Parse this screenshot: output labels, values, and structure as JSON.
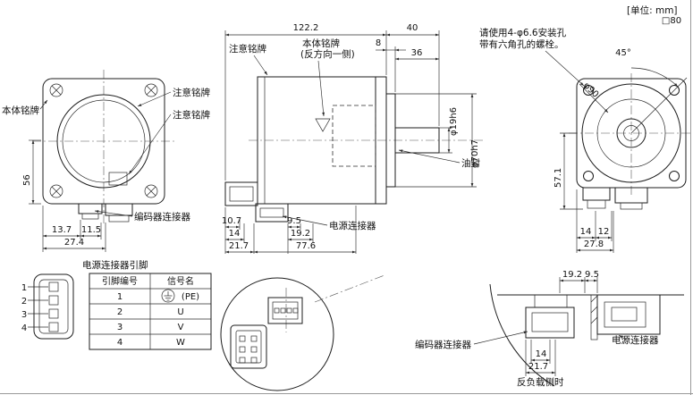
{
  "meta": {
    "unit_note": "[单位: mm]"
  },
  "labels": {
    "body_nameplate": "本体铭牌",
    "caution_nameplate": "注意铭牌",
    "reverse_side_note": "(反方向一侧)",
    "encoder_connector": "编码器连接器",
    "power_connector": "电源连接器",
    "oil_seal": "油封",
    "mounting_note_line1": "请使用4-φ6.6安装孔",
    "mounting_note_line2": "带有六角孔的螺栓。",
    "pin_section_title": "电源连接器引脚",
    "anti_load_side": "反负载侧时"
  },
  "front_view": {
    "dims": {
      "height_56": "56",
      "w13_7": "13.7",
      "w27_4": "27.4",
      "w11_5": "11.5"
    }
  },
  "side_view": {
    "dims": {
      "len122_2": "122.2",
      "shaft40": "40",
      "step8": "8",
      "shaft36": "36",
      "shaft_dia": "φ19h6",
      "spigot_dia": "φ70h7",
      "b10_7": "10.7",
      "b9_5": "9.5",
      "b14": "14",
      "b19_2": "19.2",
      "b21_7": "21.7",
      "b77_6": "77.6"
    }
  },
  "rear_view": {
    "dims": {
      "square80": "□80",
      "angle45": "45°",
      "bolt_circle": "φ90",
      "h57_1": "57.1",
      "b14": "14",
      "b12": "12",
      "b27_8": "27.8"
    }
  },
  "anti_load_view": {
    "dims": {
      "t19_2": "19.2",
      "t9_5": "9.5",
      "b14": "14",
      "b21_7": "21.7"
    }
  },
  "pin_table": {
    "headers": [
      "引脚编号",
      "信号名"
    ],
    "rows": [
      {
        "pin": "1",
        "signal": "(PE)"
      },
      {
        "pin": "2",
        "signal": "U"
      },
      {
        "pin": "3",
        "signal": "V"
      },
      {
        "pin": "4",
        "signal": "W"
      }
    ]
  },
  "pin_callouts": [
    "1",
    "2",
    "3",
    "4"
  ]
}
